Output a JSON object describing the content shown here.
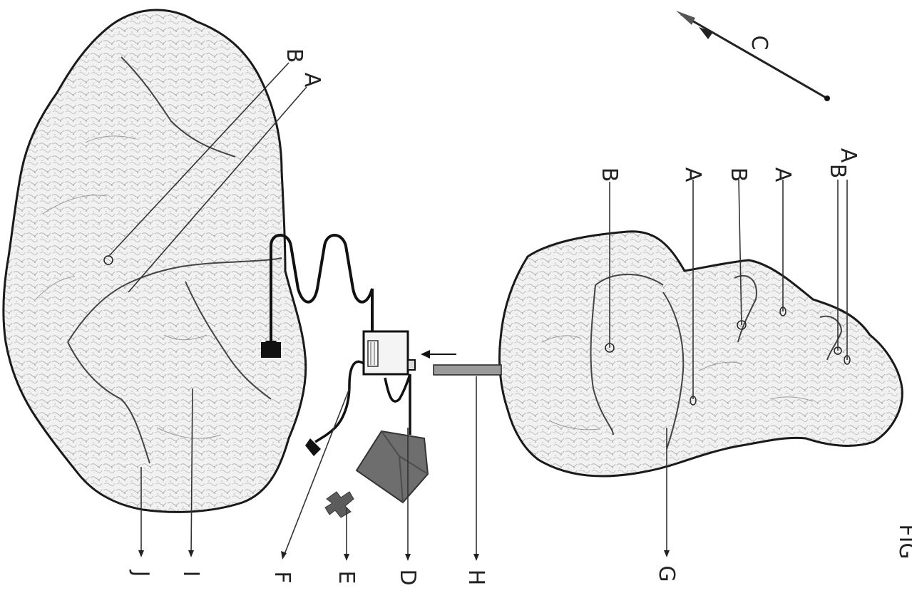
{
  "labels": {
    "a1": "A",
    "b1": "B",
    "c": "C",
    "b2": "B",
    "a2": "A",
    "b3": "B",
    "a3": "A",
    "b4": "B",
    "a4": "A",
    "d": "D",
    "e": "E",
    "f": "F",
    "h": "H",
    "g": "G",
    "i": "I",
    "j": "J",
    "edge": "FIG"
  },
  "colors": {
    "rock_fill": "#ededed",
    "rock_outline": "#1a1a1a",
    "cord": "#111111",
    "transformer": "#6e6e6e",
    "tube": "#9a9a9a"
  }
}
